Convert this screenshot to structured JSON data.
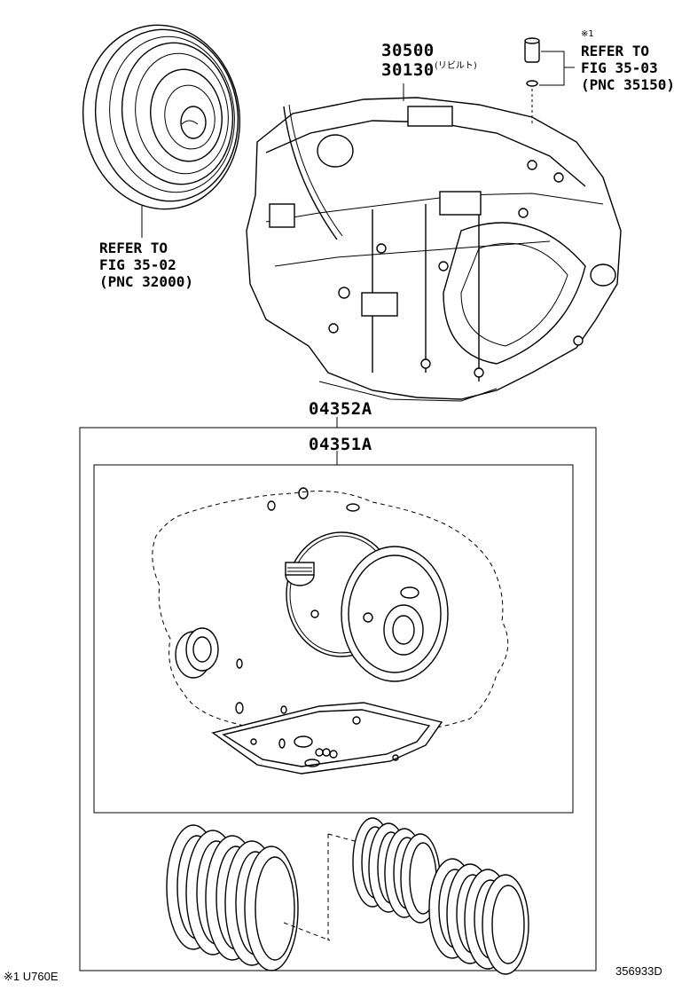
{
  "parts": {
    "pnc_30500": "30500",
    "pnc_30130": "30130",
    "pnc_30130_note": "(リビルト)",
    "pnc_04352a": "04352A",
    "pnc_04351a": "04351A"
  },
  "references": {
    "torque_converter": {
      "line1": "REFER TO",
      "line2": "FIG 35-02",
      "line3": "(PNC 32000)"
    },
    "solenoid": {
      "marker": "※1",
      "line1": "REFER TO",
      "line2": "FIG 35-03",
      "line3": "(PNC 35150)"
    }
  },
  "footer": {
    "note": "※1 U760E",
    "diagram_id": "356933D"
  }
}
